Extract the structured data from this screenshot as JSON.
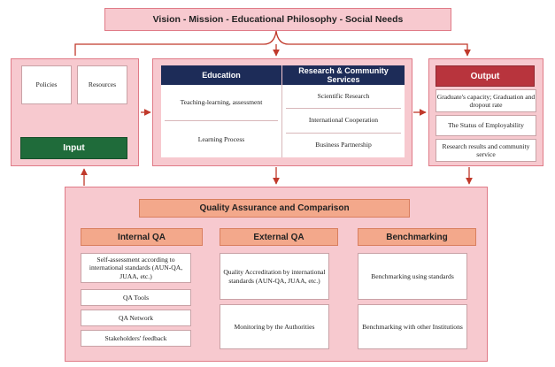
{
  "top_banner": "Vision - Mission - Educational Philosophy - Social Needs",
  "input": {
    "policies": "Policies",
    "resources": "Resources",
    "label": "Input"
  },
  "education": {
    "header": "Education",
    "items": [
      "Teaching-learning, assessment",
      "Learning Process"
    ]
  },
  "research": {
    "header": "Research & Community Services",
    "items": [
      "Scientific Research",
      "International Cooperation",
      "Business Partnership"
    ]
  },
  "output": {
    "label": "Output",
    "items": [
      "Graduate's capacity; Graduation and dropout rate",
      "The Status of Employability",
      "Research results and community service"
    ]
  },
  "qa": {
    "title": "Quality Assurance and Comparison",
    "internal": {
      "header": "Internal QA",
      "items": [
        "Self-assessment according to international standards (AUN-QA, JUAA, etc.)",
        "QA Tools",
        "QA Network",
        "Stakeholders' feedback"
      ]
    },
    "external": {
      "header": "External QA",
      "items": [
        "Quality Accreditation by international standards (AUN-QA, JUAA, etc.)",
        "Monitoring by the Authorities"
      ]
    },
    "benchmarking": {
      "header": "Benchmarking",
      "items": [
        "Benchmarking using standards",
        "Benchmarking with other Institutions"
      ]
    }
  },
  "colors": {
    "panel": "#f7c9cf",
    "input": "#1f6b3a",
    "header": "#1d2c58",
    "output": "#b8343d",
    "accent": "#f3a88b",
    "connector": "#c0392b"
  }
}
